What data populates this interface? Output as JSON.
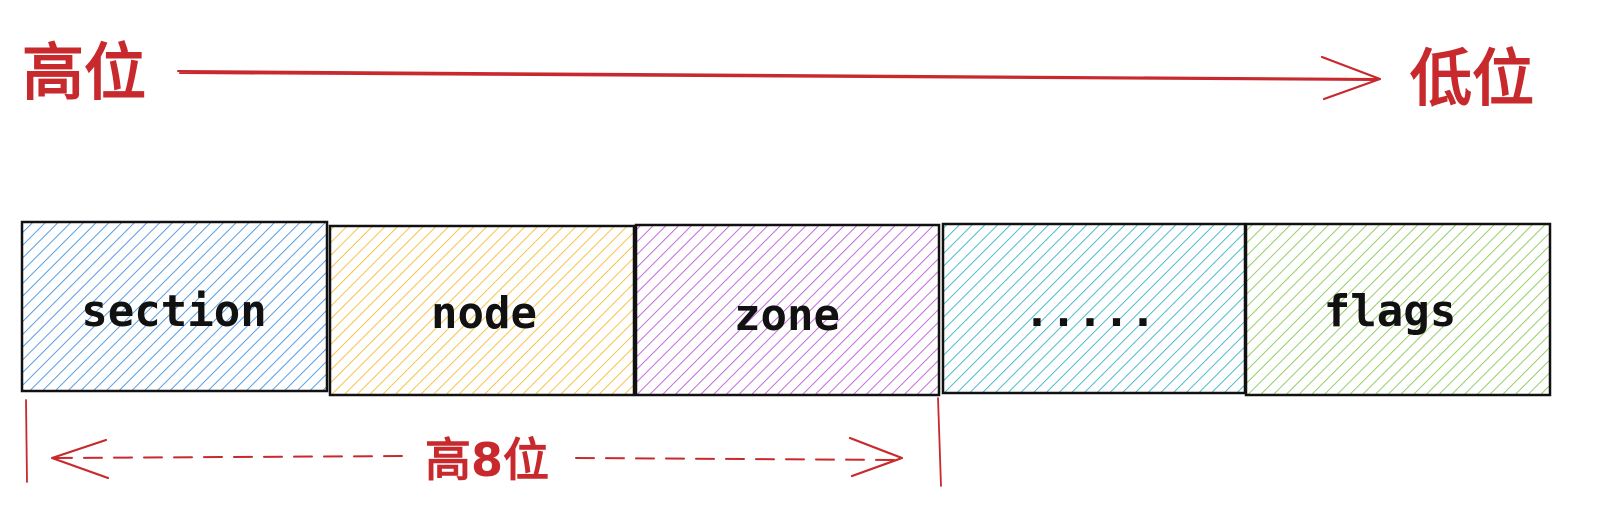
{
  "diagram": {
    "direction": {
      "high_label": "高位",
      "low_label": "低位",
      "color": "#c7292d"
    },
    "segments": [
      {
        "label": "section",
        "color": "#2e86de"
      },
      {
        "label": "node",
        "color": "#f6b41f"
      },
      {
        "label": "zone",
        "color": "#b548d6"
      },
      {
        "label": ".....",
        "color": "#22aac4"
      },
      {
        "label": "flags",
        "color": "#7cc243"
      }
    ],
    "span": {
      "label": "高8位",
      "color": "#c7292d"
    },
    "border_color": "#111111"
  }
}
